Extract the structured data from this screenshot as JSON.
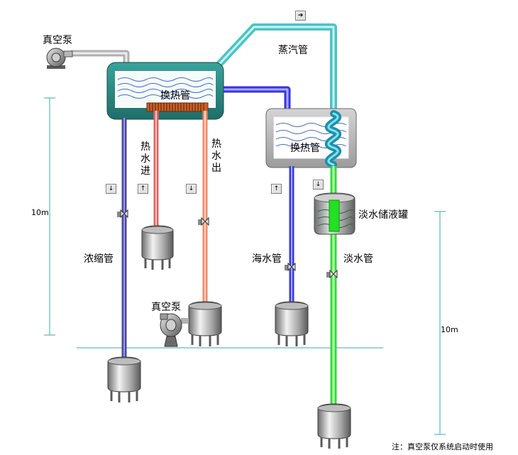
{
  "labels": {
    "vacuum_pump_top": "真空泵",
    "vacuum_pump_bottom": "真空泵",
    "steam_pipe": "蒸汽管",
    "heat_exchanger_left": "换热管",
    "heat_exchanger_right": "换热管",
    "hot_water_in": "热水进",
    "hot_water_out": "热水出",
    "concentrate_pipe": "浓缩管",
    "seawater_pipe": "海水管",
    "freshwater_pipe": "淡水管",
    "freshwater_tank": "淡水储液罐",
    "height_left": "10m",
    "height_right": "10m",
    "note": "注：真空泵仅系统启动时使用"
  },
  "buttons": {
    "steam_dir": "➔",
    "concentrate_dir": "↓",
    "hot_in_dir": "↑",
    "hot_out_dir": "↓",
    "seawater_dir": "↑",
    "freshwater_dir": "↓"
  },
  "colors": {
    "steam": "#63d6d6",
    "concentrate": "#4a4aa0",
    "hot_in": "#f08080",
    "hot_out": "#f4a080",
    "seawater": "#4040e0",
    "freshwater": "#40e040",
    "vacuum_line": "#c8c8c8",
    "left_exchanger": "#2e8b86",
    "right_exchanger": "#b4b4b4",
    "dimension": "#3aa8a8",
    "ground": "#3aa8a8"
  }
}
